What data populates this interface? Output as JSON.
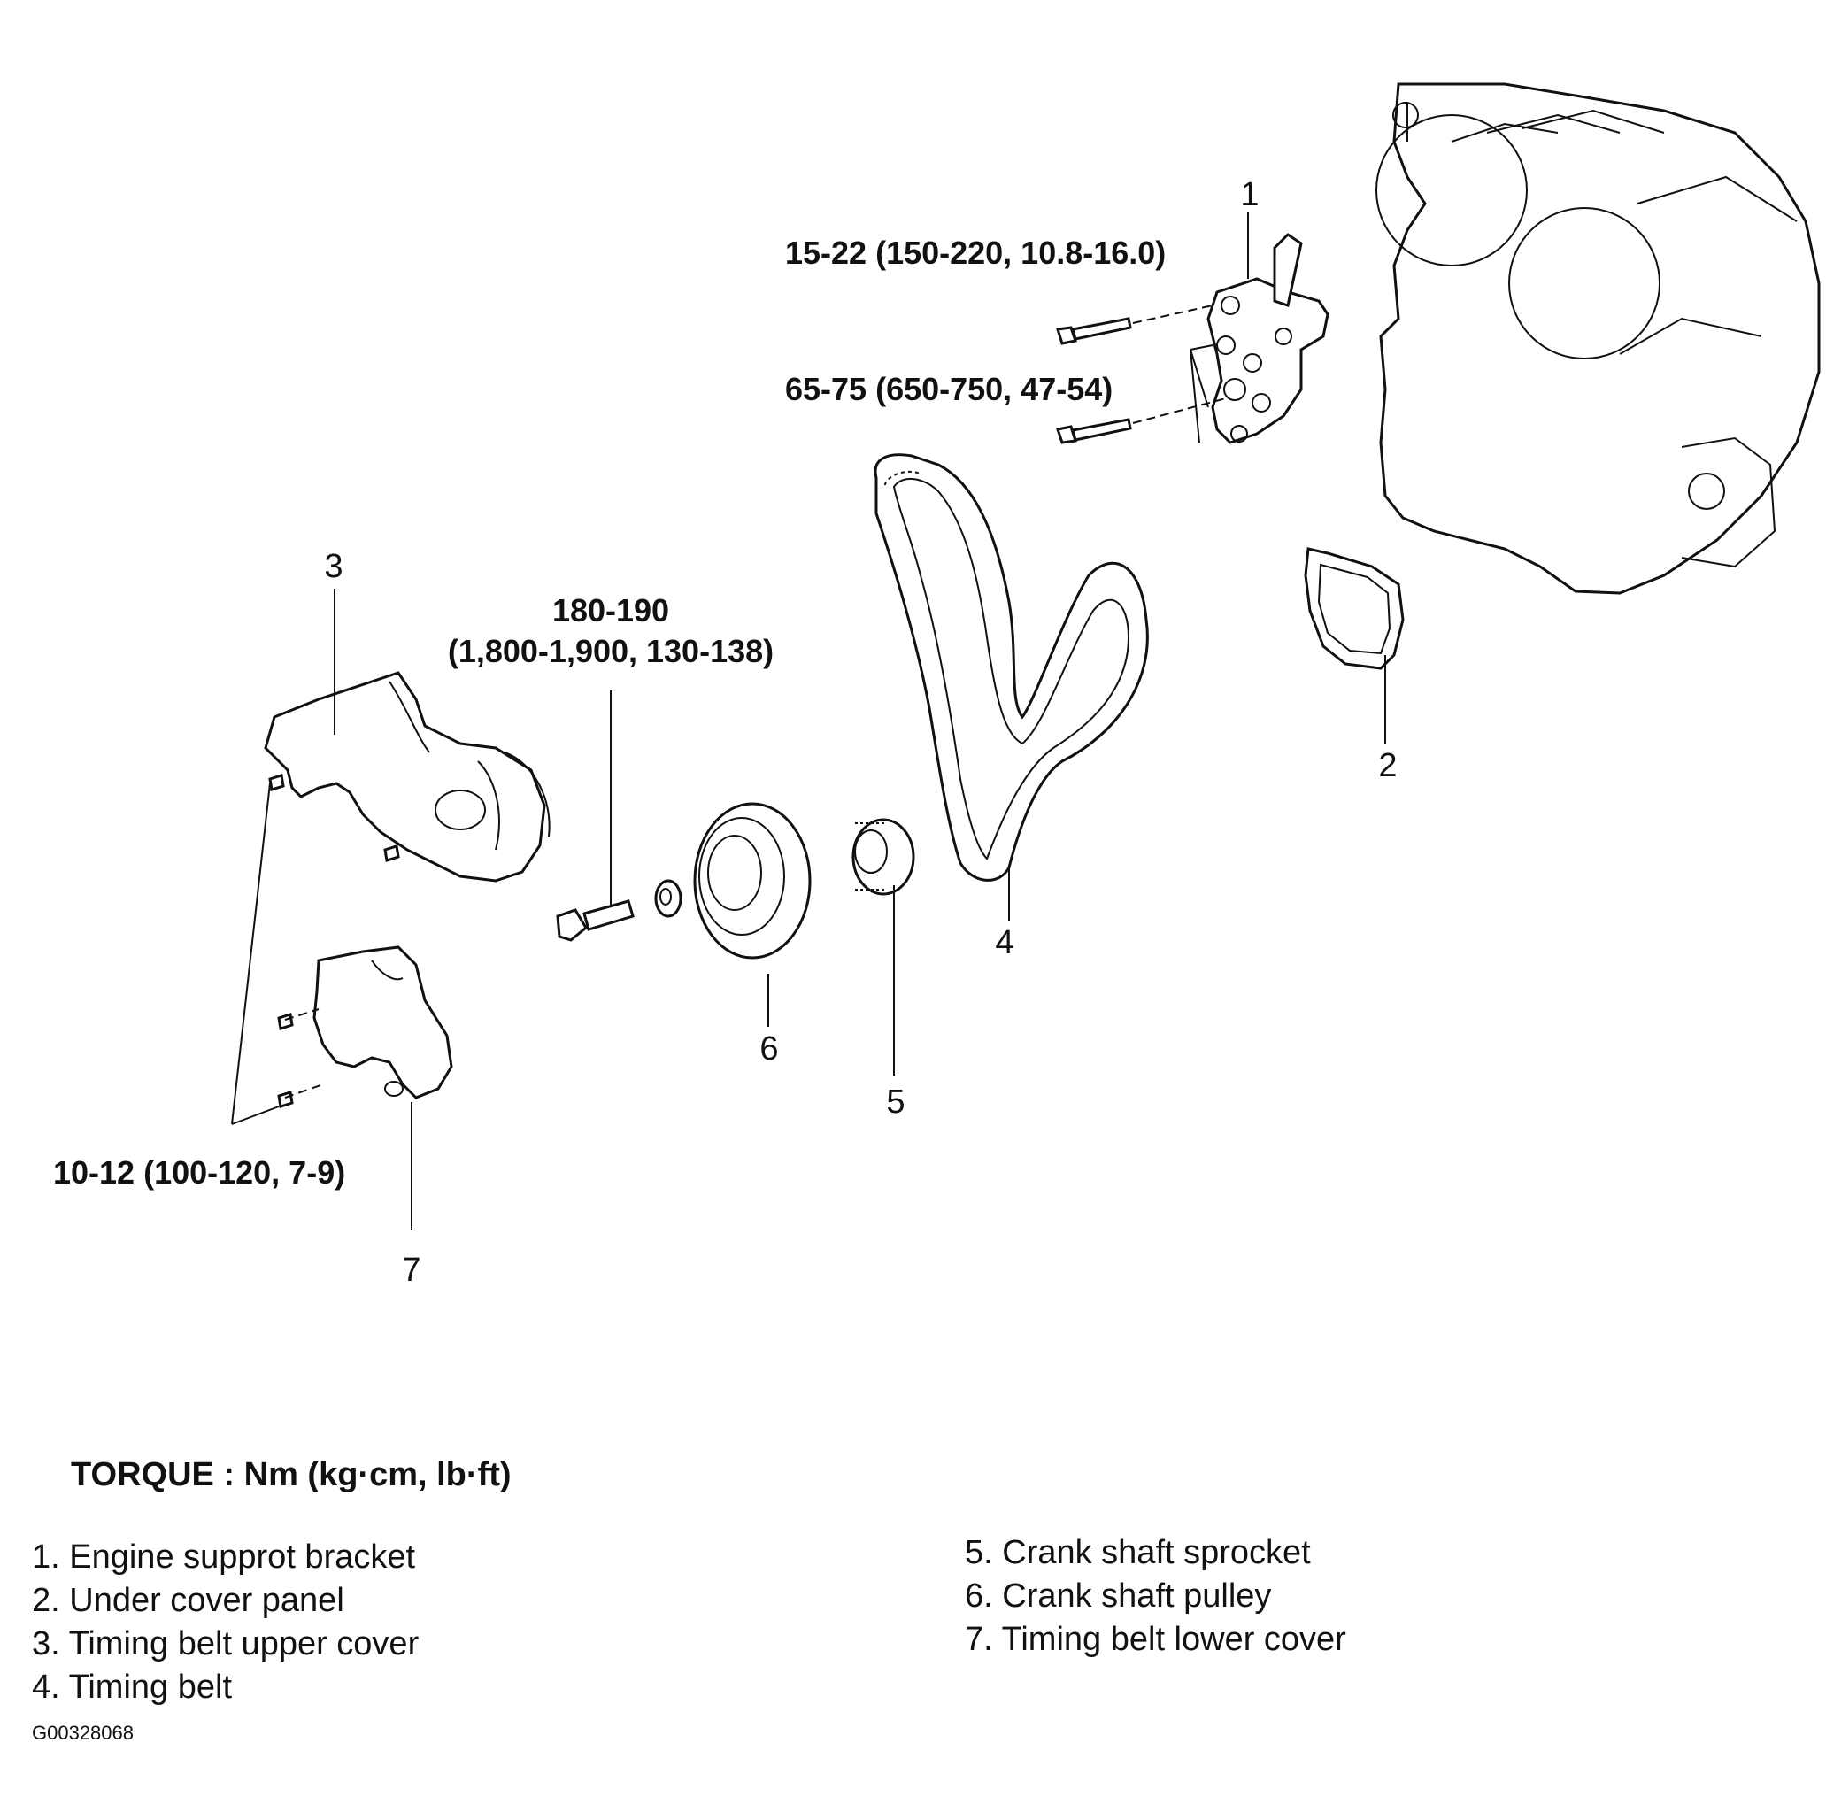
{
  "torque_specs": {
    "bracket_upper_bolt": "15-22 (150-220, 10.8-16.0)",
    "bracket_lower_bolt": "65-75 (650-750, 47-54)",
    "pulley_bolt_line1": "180-190",
    "pulley_bolt_line2": "(1,800-1,900, 130-138)",
    "cover_bolts": "10-12 (100-120, 7-9)"
  },
  "callouts": [
    "1",
    "2",
    "3",
    "4",
    "5",
    "6",
    "7"
  ],
  "legend": {
    "title": "TORQUE : Nm (kg·cm, lb·ft)",
    "items_left": [
      "1. Engine supprot bracket",
      "2. Under cover panel",
      "3. Timing belt upper cover",
      "4. Timing belt"
    ],
    "items_right": [
      "5. Crank shaft sprocket",
      "6. Crank shaft pulley",
      "7. Timing belt lower cover"
    ]
  },
  "figure_id": "G00328068"
}
